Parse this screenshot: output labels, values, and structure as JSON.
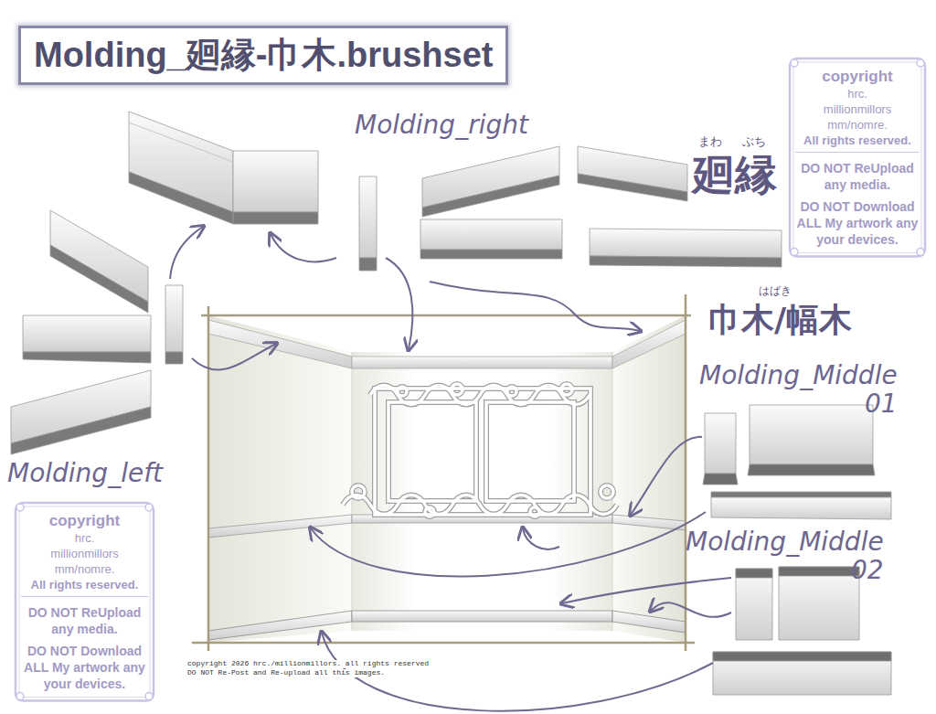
{
  "diagram": {
    "title": "Molding_廻縁-巾木.brushset",
    "nodes": [
      {
        "text": [
          "copyright",
          "hrc.",
          "millionmillors",
          "mm/nomre.",
          "All rights reserved.",
          "DO NOT ReUpload any media.",
          "DO NOT Download ALL My artwork any your devices."
        ]
      },
      {
        "text": [
          "copyright",
          "hrc.",
          "millionmillors",
          "mm/nomre.",
          "All rights reserved.",
          "DO NOT ReUpload any media.",
          "DO NOT Download ALL My artwork any your devices."
        ]
      }
    ],
    "labels": [
      "Molding_right",
      "まわ",
      "ぶち",
      "廻縁",
      "はばき",
      "巾木/幅木",
      "Molding_Middle 01",
      "Molding_left",
      "Molding_Middle 02",
      "copyright 2026 hrc./millionmillors. all rights reserved",
      "DO NOT Re-Post and Re-upload all this images."
    ]
  }
}
